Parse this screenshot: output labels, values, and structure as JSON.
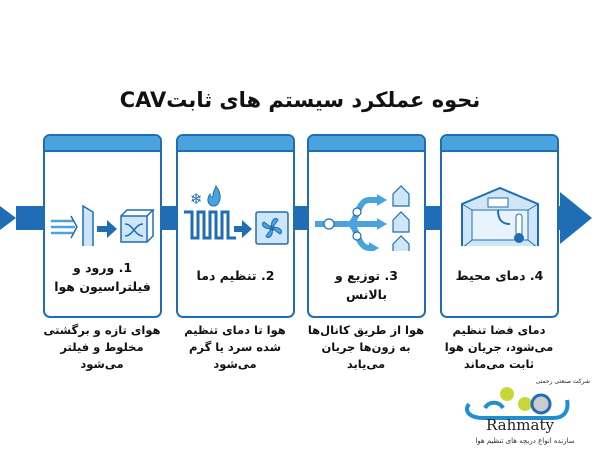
{
  "title": "نحوه عملکرد سیستم های ثابتCAV",
  "colors": {
    "primary": "#1f6db5",
    "header": "#4ba3dd",
    "icon_fill": "#cfe6f6",
    "logo_green": "#c8d63a"
  },
  "steps": [
    {
      "label": "1. ورود و فیلتراسیون هوا",
      "description": "هوای تازه و برگشتی مخلوط و فیلتر می‌شود",
      "icons": [
        "air-flow-icon",
        "filter-icon",
        "mixing-box-icon"
      ]
    },
    {
      "label": "2. تنظیم دما",
      "description": "هوا تا دمای تنظیم شده سرد یا گرم می‌شود",
      "icons": [
        "snowflake-icon",
        "flame-icon",
        "coil-icon",
        "fan-icon"
      ]
    },
    {
      "label": "3. توزیع و بالانس",
      "description": "هوا از طریق کانال‌ها به زون‌ها جریان می‌یابد",
      "icons": [
        "duct-branch-icon",
        "damper-icon",
        "zone-house-icon"
      ]
    },
    {
      "label": "4. دمای محیط",
      "description": "دمای فضا تنظیم می‌شود، جریان هوا ثابت می‌ماند",
      "icons": [
        "room-icon",
        "diffuser-icon",
        "thermometer-icon"
      ]
    }
  ],
  "logo": {
    "company": "شرکت صنعتی رحمتی",
    "brand": "Rahmaty",
    "tagline": "سازنده انواع دریچه های تنظیم هوا"
  }
}
